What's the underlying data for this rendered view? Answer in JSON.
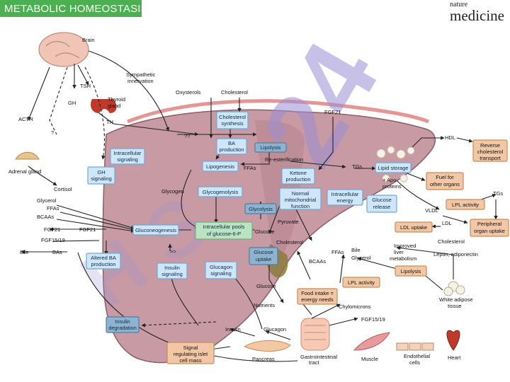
{
  "header": {
    "title": "METABOLIC HOMEOSTASIS",
    "journal_top": "nature",
    "journal_main": "medicine"
  },
  "colors": {
    "banner": "#4caf50",
    "liver": "#c79aa4",
    "process_box": "#cfe6f8",
    "process_box_dark": "#8fb3cf",
    "pool_box": "#b9e3c1",
    "organ_box": "#f2c7a5",
    "watermark": "#9b8fd6"
  },
  "organs": {
    "brain": "Brain",
    "thyroid": "Thyroid gland",
    "adrenal": "Adrenal gland",
    "pancreas": "Pancreas",
    "gut": "Gastrointestinal tract",
    "muscle": "Muscle",
    "endothelial": "Endothelial cells",
    "heart": "Heart",
    "adipose": "White adipose tissue"
  },
  "signals": {
    "tsh": "TSH",
    "th": "TH",
    "gh": "GH",
    "acth": "ACTH",
    "cortisol": "Cortisol",
    "sympathetic": "Sympathetic innervation",
    "oxysterols": "Oxysterols",
    "cholesterol_top": "Cholesterol",
    "fgf21_top": "FGF21",
    "glycerol": "Glycerol",
    "ffas_left": "FFAs",
    "bcaas_left": "BCAAs",
    "fgf21_left": "FGF21",
    "fgf21_left2": "FGF21",
    "fgf1519_left": "FGF15/19",
    "bile_left": "Bile",
    "bas": "BAs",
    "q1": "??",
    "q2": "?",
    "glycogen": "Glycogen",
    "ffas_mid": "FFAs",
    "glucose_mid": "Glucose",
    "pyruvate": "Pyruvate",
    "cholesterol_mid": "Cholesterol",
    "reesterification": "Re-esterification",
    "tgs_mid": "TGs",
    "apo": "Apo proteins",
    "hdl": "HDL",
    "vldl": "VLDL",
    "ldl": "LDL",
    "cholesterol_right": "Cholesterol",
    "tgs_right": "TGs",
    "bile_right": "Bile",
    "glycerol_right": "Glycerol",
    "ffas_right": "FFAs",
    "bcaas_bottom": "BCAAs",
    "glucose_bottom": "Glucose",
    "nutrients": "Nutrients",
    "chylomicrons": "Chylomicrons",
    "insulin": "Insulin",
    "glucagon": "Glucagon",
    "fgf1519_bottom": "FGF15/19",
    "improved": "Improved liver metabolism",
    "leptin": "Leptin, adiponectin",
    "arrows_gg": ">>"
  },
  "processes": {
    "cholesterol_synthesis": "Cholesterol synthesis",
    "ba_production": "BA production",
    "lipolysis_top": "Lipolysis",
    "lipogenesis": "Lipogenesis",
    "intracellular_signaling": "Intracellular signaling",
    "gh_signaling": "GH signaling",
    "glycogenolysis": "Glycogenolysis",
    "ketone_production": "Ketone production",
    "normal_mito": "Normal mitochondrial function",
    "intracellular_energy": "Intracellular energy",
    "glycolysis": "Glycolysis",
    "glucose_release": "Glucose release",
    "lipid_storage": "Lipid storage",
    "gluconeogenesis": "Gluconeogenesis",
    "pools": "Intracellular pools of glucose-6-P",
    "altered_ba": "Altered BA production",
    "insulin_signaling": "Insulin signaling",
    "glucagon_signaling": "Glucagon signaling",
    "glucose_uptake": "Glucose uptake",
    "insulin_degradation": "Insulin degradation"
  },
  "outcomes": {
    "reverse_transport": "Reverse cholesterol transport",
    "fuel": "Fuel for other organs",
    "lpl_right": "LPL activity",
    "peripheral": "Peripheral organ uptake",
    "ldl_uptake": "LDL uptake",
    "lipolysis_adipose": "Lipolysis",
    "lpl_bottom": "LPL activity",
    "food_intake": "Food intake = energy needs",
    "signal_islet": "Signal regulating islet cell mass"
  }
}
